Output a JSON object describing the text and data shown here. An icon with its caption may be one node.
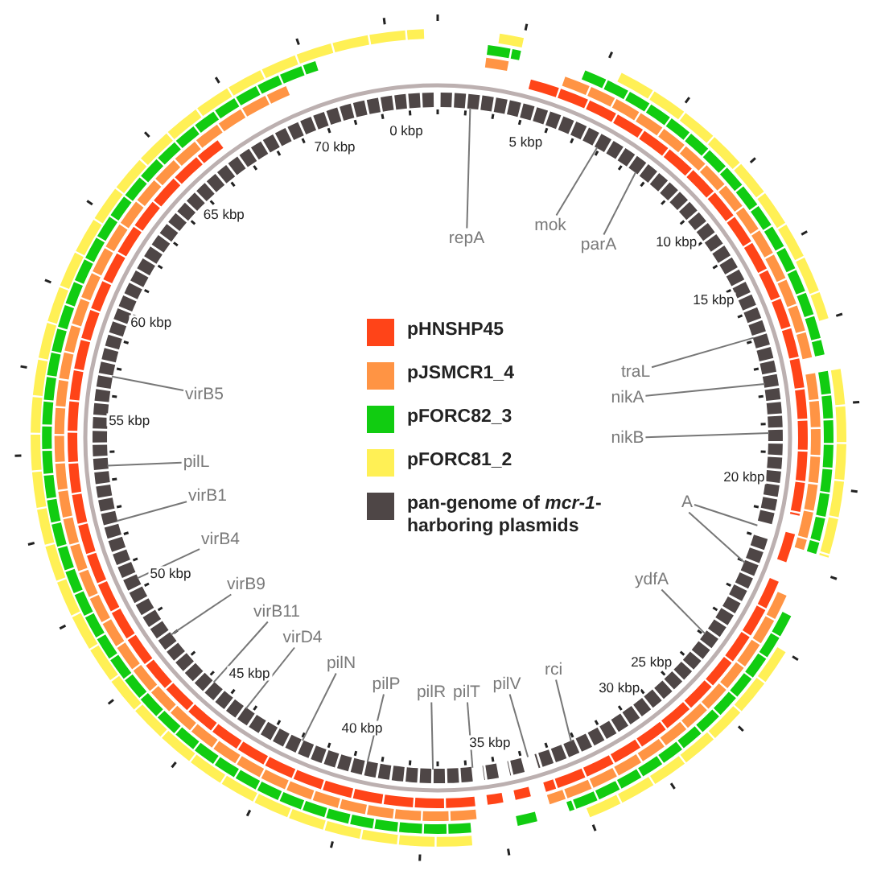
{
  "diagram": {
    "nodes": [
      {
        "text": [
          "repA"
        ]
      },
      {
        "text": [
          "mok"
        ]
      },
      {
        "text": [
          "parA"
        ]
      },
      {
        "text": [
          "traL"
        ]
      },
      {
        "text": [
          "nikA"
        ]
      },
      {
        "text": [
          "nikB"
        ]
      },
      {
        "text": [
          "A"
        ]
      },
      {
        "text": [
          "ydfA"
        ]
      },
      {
        "text": [
          "rci"
        ]
      },
      {
        "text": [
          "pilV"
        ]
      },
      {
        "text": [
          "pilT"
        ]
      },
      {
        "text": [
          "pilR"
        ]
      },
      {
        "text": [
          "pilP"
        ]
      },
      {
        "text": [
          "pilN"
        ]
      },
      {
        "text": [
          "virD4"
        ]
      },
      {
        "text": [
          "virB11"
        ]
      },
      {
        "text": [
          "virB9"
        ]
      },
      {
        "text": [
          "virB4"
        ]
      },
      {
        "text": [
          "virB1"
        ]
      },
      {
        "text": [
          "pilL"
        ]
      },
      {
        "text": [
          "virB5"
        ]
      }
    ],
    "edges": [
      {
        "from": 0,
        "to": null,
        "arrow": "none"
      },
      {
        "from": 1,
        "to": null,
        "arrow": "none"
      },
      {
        "from": 2,
        "to": null,
        "arrow": "none"
      },
      {
        "from": 3,
        "to": null,
        "arrow": "none"
      },
      {
        "from": 4,
        "to": null,
        "arrow": "none"
      },
      {
        "from": 5,
        "to": null,
        "arrow": "none"
      },
      {
        "from": 6,
        "to": null,
        "arrow": "none"
      },
      {
        "from": 7,
        "to": null,
        "arrow": "none"
      },
      {
        "from": 8,
        "to": null,
        "arrow": "none"
      },
      {
        "from": 9,
        "to": null,
        "arrow": "none"
      },
      {
        "from": 10,
        "to": null,
        "arrow": "none"
      },
      {
        "from": 11,
        "to": null,
        "arrow": "none"
      },
      {
        "from": 12,
        "to": null,
        "arrow": "none"
      },
      {
        "from": 13,
        "to": null,
        "arrow": "none"
      },
      {
        "from": 14,
        "to": null,
        "arrow": "none"
      },
      {
        "from": 15,
        "to": null,
        "arrow": "none"
      },
      {
        "from": 16,
        "to": null,
        "arrow": "none"
      },
      {
        "from": 17,
        "to": null,
        "arrow": "none"
      },
      {
        "from": 18,
        "to": null,
        "arrow": "none"
      },
      {
        "from": 19,
        "to": null,
        "arrow": "none"
      },
      {
        "from": 20,
        "to": null,
        "arrow": "none"
      },
      {
        "from": 6,
        "to": null,
        "arrow": "none"
      }
    ],
    "labels": [
      "0 kbp",
      "5 kbp",
      "10 kbp",
      "15 kbp",
      "20 kbp",
      "25 kbp",
      "30 kbp",
      "35 kbp",
      "40 kbp",
      "45 kbp",
      "50 kbp",
      "55 kbp",
      "60 kbp",
      "65 kbp",
      "70 kbp"
    ],
    "legend": [
      {
        "text": "pHNSHP45",
        "color": "#ff4418"
      },
      {
        "text": "pJSMCR1_4",
        "color": "#ff9444"
      },
      {
        "text": "pFORC82_3",
        "color": "#11cc11"
      },
      {
        "text": "pFORC81_2",
        "color": "#fff055"
      },
      {
        "text": "pan-genome of *mcr-1*-harboring plasmids",
        "color": "#4e4646"
      }
    ]
  }
}
